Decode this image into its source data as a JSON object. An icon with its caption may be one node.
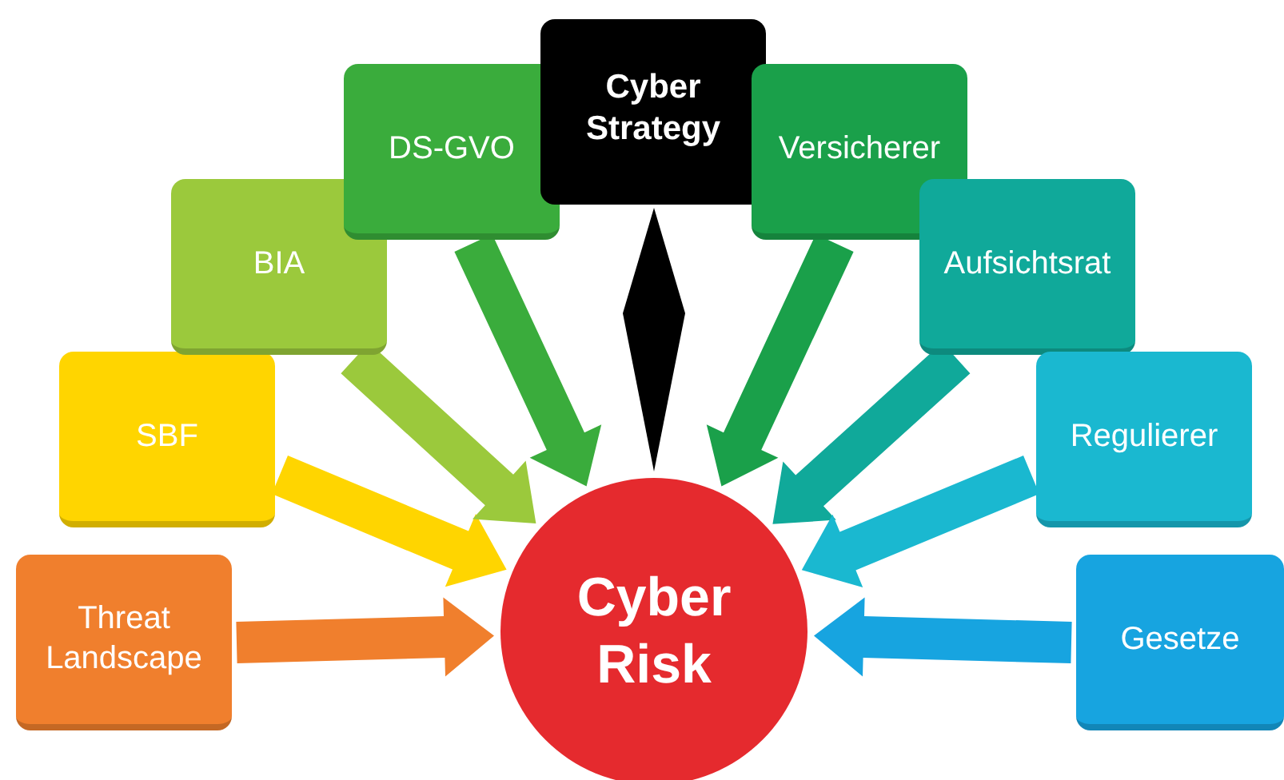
{
  "diagram": {
    "nodes": [
      {
        "text": [
          "Threat Landscape"
        ]
      },
      {
        "text": [
          "SBF"
        ]
      },
      {
        "text": [
          "BIA"
        ]
      },
      {
        "text": [
          "DS-GVO"
        ]
      },
      {
        "text": [
          "Cyber Strategy"
        ]
      },
      {
        "text": [
          "Versicherer"
        ]
      },
      {
        "text": [
          "Aufsichtsrat"
        ]
      },
      {
        "text": [
          "Regulierer"
        ]
      },
      {
        "text": [
          "Gesetze"
        ]
      },
      {
        "text": [
          "Cyber Risk"
        ]
      }
    ],
    "edges": [
      {
        "from": 0,
        "to": 9,
        "arrow": "to",
        "style": "thick",
        "color": "#f07f2d"
      },
      {
        "from": 1,
        "to": 9,
        "arrow": "to",
        "style": "thick",
        "color": "#ffd500"
      },
      {
        "from": 2,
        "to": 9,
        "arrow": "to",
        "style": "thick",
        "color": "#9bc93c"
      },
      {
        "from": 3,
        "to": 9,
        "arrow": "to",
        "style": "thick",
        "color": "#3aac3c"
      },
      {
        "from": 4,
        "to": 9,
        "arrow": "none",
        "style": "thick",
        "color": "#000000"
      },
      {
        "from": 5,
        "to": 9,
        "arrow": "to",
        "style": "thick",
        "color": "#1aa04a"
      },
      {
        "from": 6,
        "to": 9,
        "arrow": "to",
        "style": "thick",
        "color": "#10a99a"
      },
      {
        "from": 7,
        "to": 9,
        "arrow": "to",
        "style": "thick",
        "color": "#1ab8d0"
      },
      {
        "from": 8,
        "to": 9,
        "arrow": "to",
        "style": "thick",
        "color": "#17a4e0"
      }
    ]
  }
}
